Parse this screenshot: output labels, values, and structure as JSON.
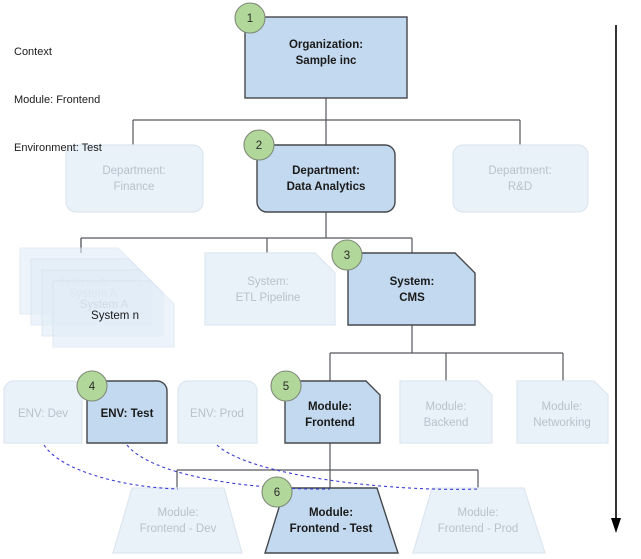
{
  "context": {
    "title": "Context",
    "lines": [
      "Context",
      "Module: Frontend",
      "Environment: Test"
    ],
    "module_line": "Module: Frontend",
    "environment_line": "Environment: Test"
  },
  "colors": {
    "active_fill": "#c3d9ef",
    "active_stroke": "#45484d",
    "dim_fill": "#e9f1f9",
    "dim_stroke": "#dde6ef",
    "dim_text": "#b9c2cc",
    "active_text": "#1a1a1a",
    "badge_fill": "#b2d79a",
    "badge_stroke": "#7f8a78",
    "connector": "#55585c",
    "dashed_link": "#3b3bd6",
    "arrow": "#000000"
  },
  "levels": {
    "organization": {
      "label_line1": "Organization:",
      "label_line2": "Sample inc",
      "badge": "1",
      "state": "active"
    },
    "departments": [
      {
        "label_line1": "Department:",
        "label_line2": "Finance",
        "state": "dim",
        "badge": null
      },
      {
        "label_line1": "Department:",
        "label_line2": "Data Analytics",
        "state": "active",
        "badge": "2"
      },
      {
        "label_line1": "Department:",
        "label_line2": "R&D",
        "state": "dim",
        "badge": null
      }
    ],
    "systems_stack": {
      "labels": [
        "System A",
        "System A",
        "System A",
        "System n"
      ],
      "state": "dim"
    },
    "systems": [
      {
        "label_line1": "System:",
        "label_line2": "ETL Pipeline",
        "state": "dim",
        "badge": null
      },
      {
        "label_line1": "System:",
        "label_line2": "CMS",
        "state": "active",
        "badge": "3"
      }
    ],
    "environments": [
      {
        "label": "ENV: Dev",
        "state": "dim",
        "badge": null
      },
      {
        "label": "ENV: Test",
        "state": "active",
        "badge": "4"
      },
      {
        "label": "ENV: Prod",
        "state": "dim",
        "badge": null
      }
    ],
    "modules": [
      {
        "label_line1": "Module:",
        "label_line2": "Frontend",
        "state": "active",
        "badge": "5"
      },
      {
        "label_line1": "Module:",
        "label_line2": "Backend",
        "state": "dim",
        "badge": null
      },
      {
        "label_line1": "Module:",
        "label_line2": "Networking",
        "state": "dim",
        "badge": null
      }
    ],
    "module_instances": [
      {
        "label_line1": "Module:",
        "label_line2": "Frontend - Dev",
        "state": "dim",
        "badge": null
      },
      {
        "label_line1": "Module:",
        "label_line2": "Frontend - Test",
        "state": "active",
        "badge": "6"
      },
      {
        "label_line1": "Module:",
        "label_line2": "Frontend - Prod",
        "state": "dim",
        "badge": null
      }
    ]
  },
  "flow_arrow": {
    "name": "drill-down-arrow",
    "direction": "down"
  }
}
